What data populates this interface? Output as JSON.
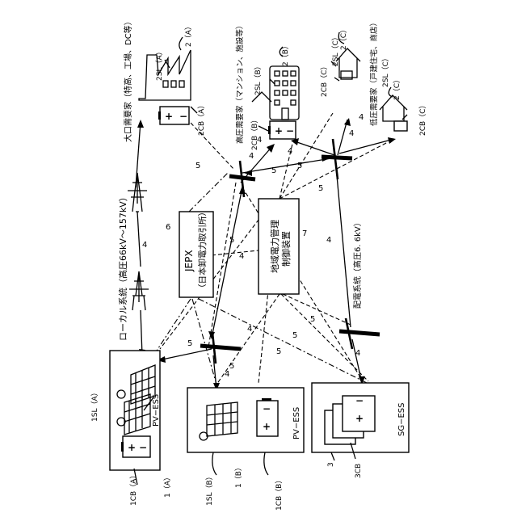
{
  "labels": {
    "local_grid": "ローカル系統（高圧66kV〜157kV）",
    "local_grid_num": "4",
    "large_consumer": "大口需要家（特高、工場、DC等）",
    "high_consumer": "高圧需要家（マンション、施設等）",
    "low_consumer": "低圧需要家（戸建住宅、商店）",
    "distribution": "配電系統（高圧6. 6kV）",
    "distribution_num": "4",
    "jepx_title": "JEPX",
    "jepx_sub": "（日本卸電力取引所）",
    "jepx_num": "6",
    "controller_line1": "地域電力管理",
    "controller_line2": "制御装置",
    "controller_num": "7",
    "pv_ess": "PV−ESS",
    "sg_ess": "SG−ESS",
    "ref_2a": "2（A）",
    "ref_2sla": "2SL（A）",
    "ref_2cba": "2CB（A）",
    "ref_2b": "2（B）",
    "ref_2slb": "2SL（B）",
    "ref_2cbb": "2CB（B）",
    "ref_2c": "2（C）",
    "ref_2slc": "2SL（C）",
    "ref_2cbc": "2CB（C）",
    "ref_1sla": "1SL（A）",
    "ref_1cba": "1CB（A）",
    "ref_1a": "1（A）",
    "ref_1slb": "1SL（B）",
    "ref_1b": "1（B）",
    "ref_1cbb": "1CB（B）",
    "ref_3": "3",
    "ref_3cb": "3CB",
    "n4": "4",
    "n5": "5",
    "plus": "+",
    "minus": "−"
  }
}
